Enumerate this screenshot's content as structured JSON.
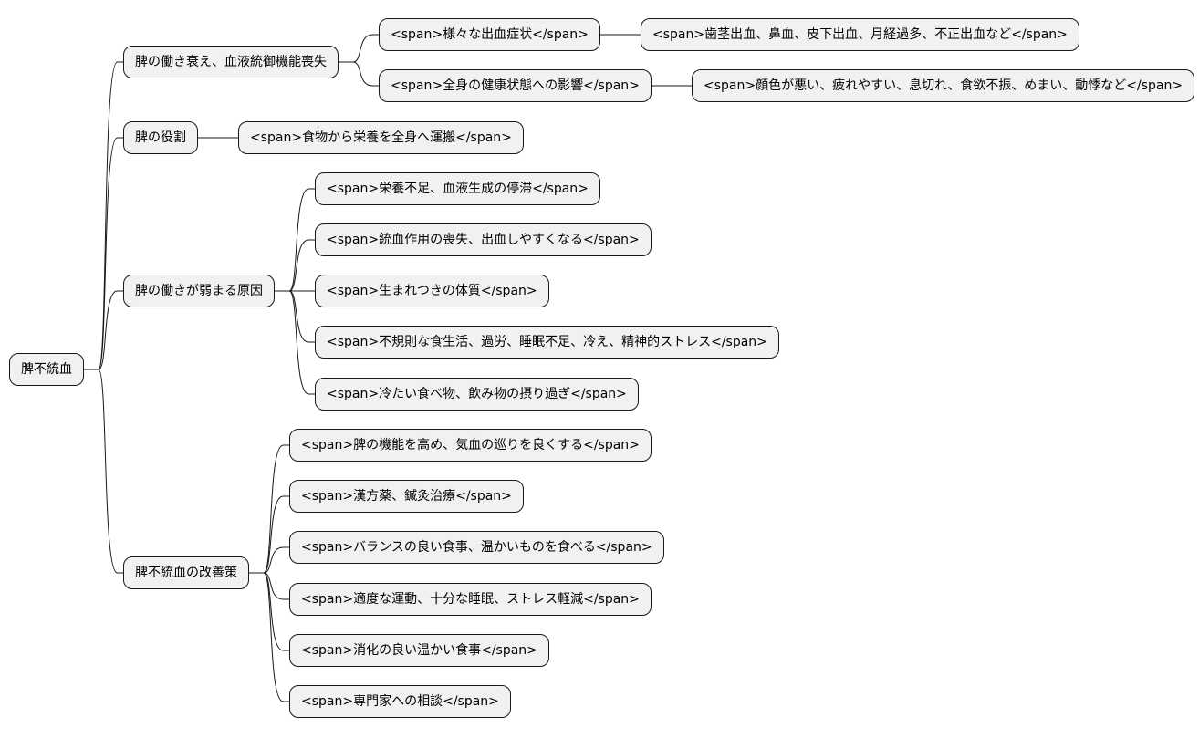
{
  "root": {
    "label": "脾不統血"
  },
  "branches": [
    {
      "label": "脾の働き衰え、血液統御機能喪失",
      "children": [
        {
          "label": "<span>様々な出血症状</span>",
          "children": [
            {
              "label": "<span>歯茎出血、鼻血、皮下出血、月経過多、不正出血など</span>"
            }
          ]
        },
        {
          "label": "<span>全身の健康状態への影響</span>",
          "children": [
            {
              "label": "<span>顔色が悪い、疲れやすい、息切れ、食欲不振、めまい、動悸など</span>"
            }
          ]
        }
      ]
    },
    {
      "label": "脾の役割",
      "children": [
        {
          "label": "<span>食物から栄養を全身へ運搬</span>"
        }
      ]
    },
    {
      "label": "脾の働きが弱まる原因",
      "children": [
        {
          "label": "<span>栄養不足、血液生成の停滞</span>"
        },
        {
          "label": "<span>統血作用の喪失、出血しやすくなる</span>"
        },
        {
          "label": "<span>生まれつきの体質</span>"
        },
        {
          "label": "<span>不規則な食生活、過労、睡眠不足、冷え、精神的ストレス</span>"
        },
        {
          "label": "<span>冷たい食べ物、飲み物の摂り過ぎ</span>"
        }
      ]
    },
    {
      "label": "脾不統血の改善策",
      "children": [
        {
          "label": "<span>脾の機能を高め、気血の巡りを良くする</span>"
        },
        {
          "label": "<span>漢方薬、鍼灸治療</span>"
        },
        {
          "label": "<span>バランスの良い食事、温かいものを食べる</span>"
        },
        {
          "label": "<span>適度な運動、十分な睡眠、ストレス軽減</span>"
        },
        {
          "label": "<span>消化の良い温かい食事</span>"
        },
        {
          "label": "<span>専門家への相談</span>"
        }
      ]
    }
  ]
}
